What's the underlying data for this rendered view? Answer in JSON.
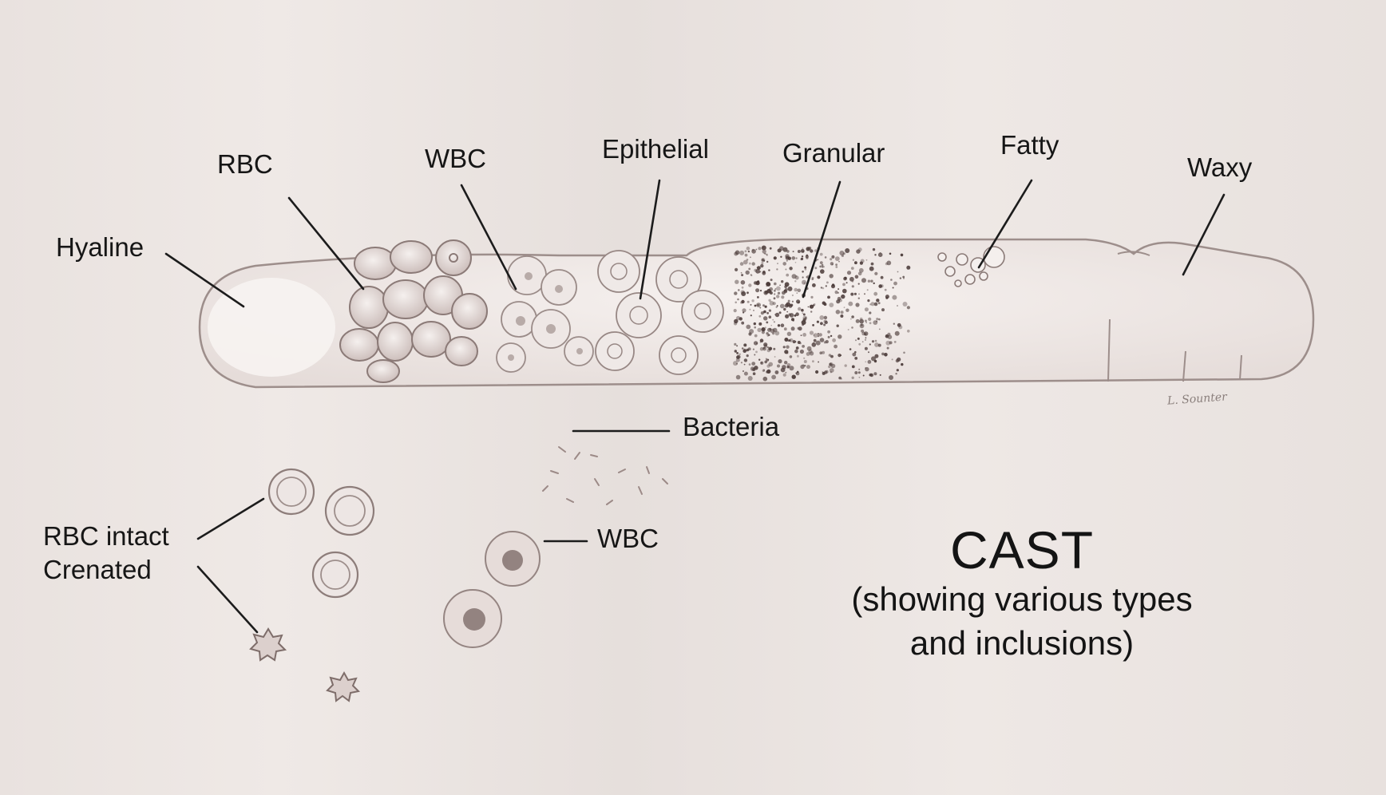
{
  "labels": {
    "hyaline": "Hyaline",
    "rbc": "RBC",
    "wbc": "WBC",
    "epithelial": "Epithelial",
    "granular": "Granular",
    "fatty": "Fatty",
    "waxy": "Waxy",
    "bacteria": "Bacteria",
    "rbc_intact": "RBC intact",
    "crenated": "Crenated",
    "wbc_free": "WBC"
  },
  "title": {
    "main": "CAST",
    "line1": "(showing various types",
    "line2": "and inclusions)"
  },
  "signature": "L. Sounter",
  "colors": {
    "background": "#ebe5e3",
    "ink": "#161616",
    "cast_fill": "#f2ecea",
    "granular_dots": "#4a3a38"
  }
}
